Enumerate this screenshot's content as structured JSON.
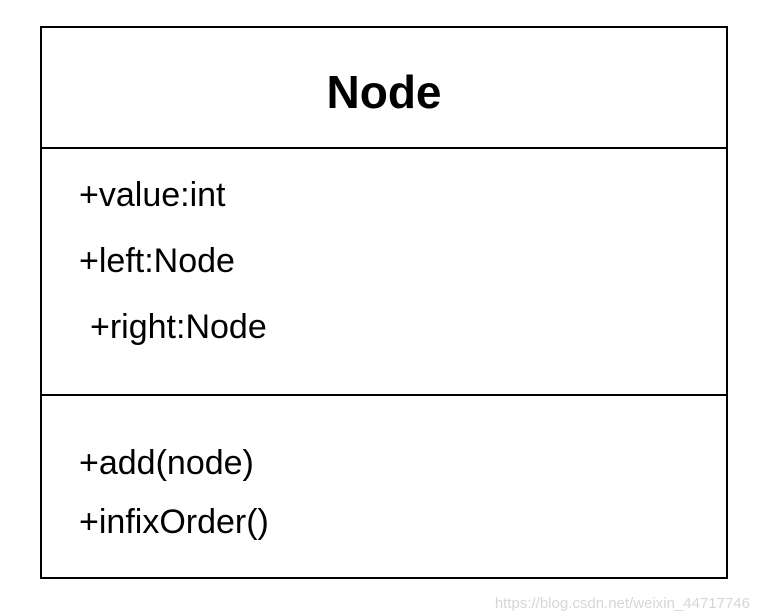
{
  "class": {
    "name": "Node",
    "attributes": [
      "+value:int",
      "+left:Node",
      "+right:Node"
    ],
    "operations": [
      "+add(node)",
      "+infixOrder()"
    ]
  },
  "watermark": "https://blog.csdn.net/weixin_44717746"
}
